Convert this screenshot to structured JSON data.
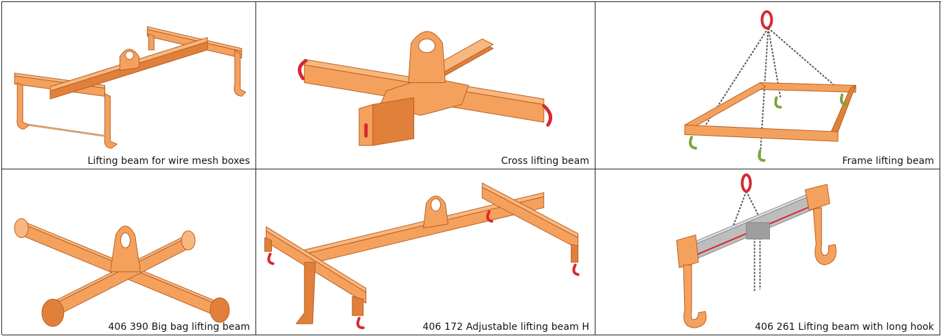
{
  "products": [
    {
      "caption": "Lifting beam for wire mesh boxes",
      "image": "lifting-beam-wire-mesh-illustration"
    },
    {
      "caption": "Cross lifting beam",
      "image": "cross-lifting-beam-illustration"
    },
    {
      "caption": "Frame lifting beam",
      "image": "frame-lifting-beam-illustration"
    },
    {
      "caption": "406 390 Big bag lifting beam",
      "image": "big-bag-lifting-beam-illustration"
    },
    {
      "caption": "406 172 Adjustable lifting beam H",
      "image": "adjustable-lifting-beam-illustration"
    },
    {
      "caption": "406 261 Lifting beam with long hook",
      "image": "long-hook-lifting-beam-illustration"
    }
  ],
  "colors": {
    "beam": "#f5a15e",
    "beam_shade": "#e0803a",
    "beam_edge": "#b85d20",
    "hook_red": "#d7282f",
    "hook_green": "#7aa53a",
    "chain": "#555555",
    "steel": "#bdbdbd"
  }
}
